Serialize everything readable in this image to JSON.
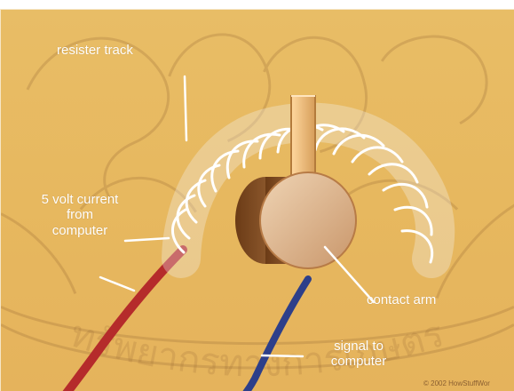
{
  "diagram": {
    "labels": {
      "resistor_track": "resister track",
      "current_source_line1": "5 volt current",
      "current_source_line2": "from",
      "current_source_line3": "computer",
      "contact_arm": "contact arm",
      "signal_line1": "signal to",
      "signal_line2": "computer",
      "copyright": "© 2002 HowStuffWor"
    },
    "watermark_text": "ทรัพยากรทางการเกษตร",
    "colors": {
      "background": "#e7b85f",
      "wire_red": "#b52b2b",
      "wire_blue": "#2d3f8a",
      "coil": "#f7f7f7",
      "wood": "#d8ac81",
      "wood_dark": "#7b4b25",
      "wiper": "#f2c487"
    }
  }
}
